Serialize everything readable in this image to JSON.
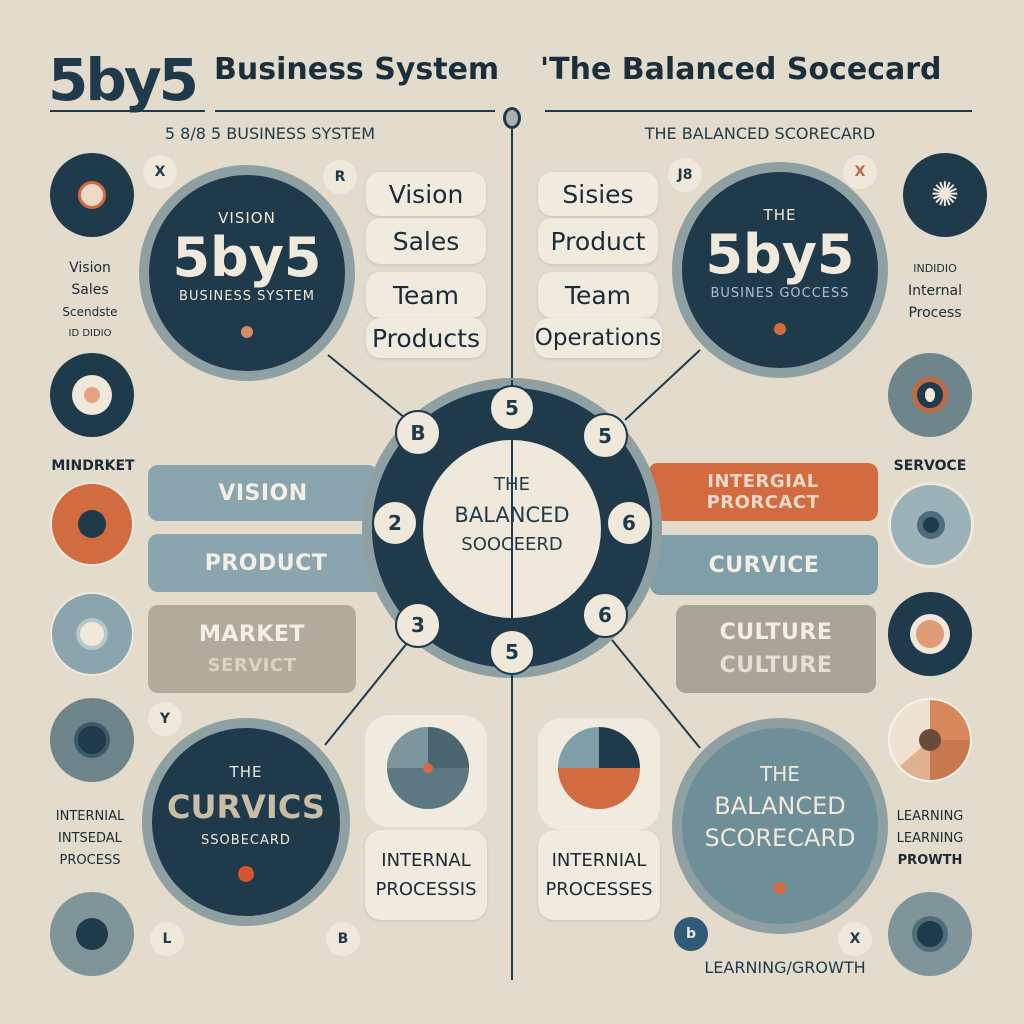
{
  "header": {
    "logo": "5by5",
    "left_title": "Business System",
    "right_title": "'The Balanced Socecard",
    "left_subtitle": "5 8/8 5 BUSINESS SYSTEM",
    "right_subtitle": "THE BALANCED SCORECARD"
  },
  "left_top": {
    "circle_top": "VISION",
    "circle_main": "5by5",
    "circle_sub": "BUSINESS SYSTEM",
    "pills": [
      "Vision",
      "Sales",
      "Team",
      "Products"
    ],
    "side_labels": [
      "Vision",
      "Sales",
      "Scendste",
      "ID DIDIO"
    ]
  },
  "right_top": {
    "circle_top": "THE",
    "circle_main": "5by5",
    "circle_sub": "BUSINES GOCCESS",
    "pills": [
      "Sisies",
      "Product",
      "Team",
      "Operations"
    ],
    "side_labels": [
      "INDIDIO",
      "Internal",
      "Process"
    ]
  },
  "middle": {
    "left_label": "MINDRKET",
    "right_label": "SERVOCE",
    "left_bars": [
      [
        "VISION"
      ],
      [
        "PRODUCT"
      ],
      [
        "MARKET",
        "SERVICT"
      ]
    ],
    "right_bars": [
      [
        "INTERGIAL",
        "PRORCACT"
      ],
      [
        "CURVICE"
      ],
      [
        "CULTURE",
        "CULTURE"
      ]
    ],
    "hub_lines": [
      "THE",
      "BALANCED",
      "SOOCEERD"
    ],
    "hub_badges": [
      "5",
      "5",
      "6",
      "6",
      "5",
      "3",
      "2",
      "B"
    ]
  },
  "bottom_left": {
    "circle_top": "THE",
    "circle_main": "CURVICS",
    "circle_sub": "SSOBECARD",
    "tile_text": [
      "INTERNAL",
      "PROCESSIS"
    ],
    "side_labels": [
      "INTERNIAL",
      "INTSEDAL",
      "PROCESS"
    ]
  },
  "bottom_right": {
    "circle_lines": [
      "THE",
      "BALANCED",
      "SCORECARD"
    ],
    "tile_text": [
      "INTERNIAL",
      "PROCESSES"
    ],
    "side_labels": [
      "LEARNING",
      "LEARNING",
      "PROWTH"
    ],
    "footer": "LEARNING/GROWTH"
  },
  "mini_icons": [
    "X",
    "R",
    "J8",
    "X",
    "Y",
    "L",
    "B",
    "b",
    "X"
  ],
  "colors": {
    "background": "#e3dbcc",
    "navy": "#1f3a4a",
    "slate": "#8aa5ad",
    "orange": "#d26b3f",
    "grey": "#b3aa9c",
    "cream": "#f1ebdf"
  }
}
